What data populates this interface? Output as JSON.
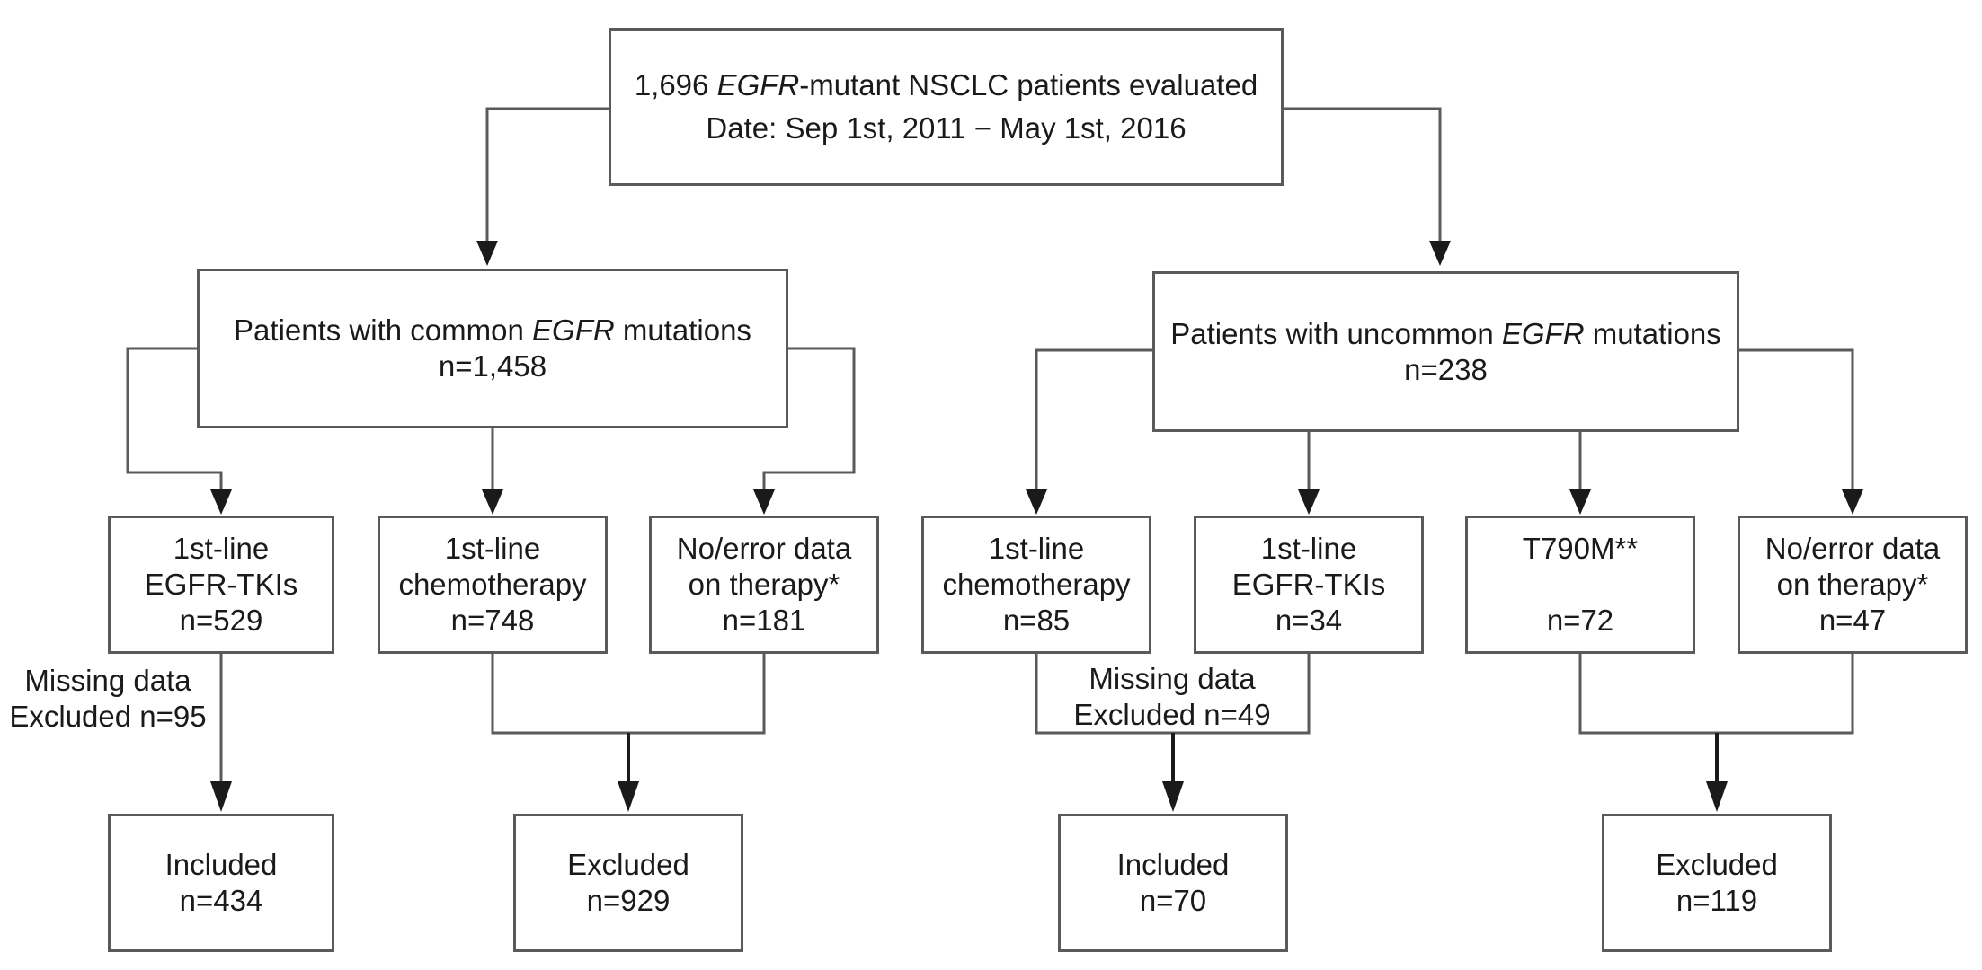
{
  "colors": {
    "line": "#5a5a5a",
    "thick_line": "#1a1a1a",
    "text": "#1a1a1a",
    "background": "#ffffff"
  },
  "root": {
    "line1_pre": "1,696 ",
    "line1_em": "EGFR",
    "line1_post": "-mutant NSCLC patients evaluated",
    "line2": "Date: Sep 1st, 2011 − May 1st, 2016"
  },
  "common": {
    "pre": "Patients with common ",
    "em": "EGFR",
    "post": " mutations",
    "n": "n=1,458"
  },
  "uncommon": {
    "pre": "Patients with uncommon ",
    "em": "EGFR",
    "post": " mutations",
    "n": "n=238"
  },
  "common_tki": {
    "l1": "1st-line",
    "l2": "EGFR-TKIs",
    "n": "n=529"
  },
  "common_chemo": {
    "l1": "1st-line",
    "l2": "chemotherapy",
    "n": "n=748"
  },
  "common_nodata": {
    "l1": "No/error data",
    "l2": "on therapy*",
    "n": "n=181"
  },
  "uncommon_chemo": {
    "l1": "1st-line",
    "l2": "chemotherapy",
    "n": "n=85"
  },
  "uncommon_tki": {
    "l1": "1st-line",
    "l2": "EGFR-TKIs",
    "n": "n=34"
  },
  "t790m": {
    "l1": "T790M**",
    "n": "n=72"
  },
  "uncommon_nodata": {
    "l1": "No/error data",
    "l2": "on therapy*",
    "n": "n=47"
  },
  "missing_left": {
    "l1": "Missing data",
    "l2": "Excluded n=95"
  },
  "missing_right": {
    "l1": "Missing data",
    "l2": "Excluded n=49"
  },
  "included_left": {
    "l1": "Included",
    "n": "n=434"
  },
  "excluded_left": {
    "l1": "Excluded",
    "n": "n=929"
  },
  "included_right": {
    "l1": "Included",
    "n": "n=70"
  },
  "excluded_right": {
    "l1": "Excluded",
    "n": "n=119"
  }
}
